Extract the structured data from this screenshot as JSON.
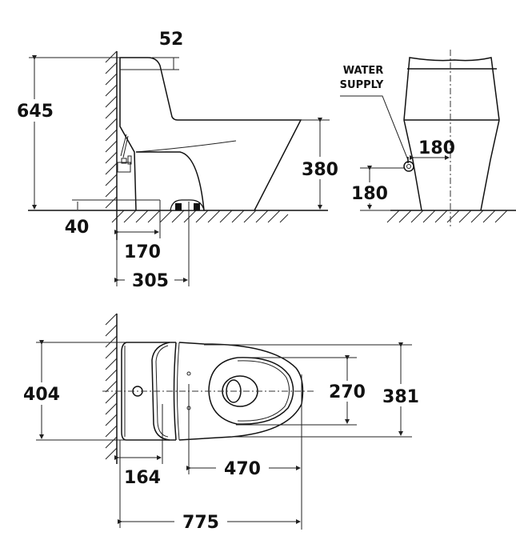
{
  "diagram": {
    "subject": "One-piece toilet dimensional drawing",
    "units": "mm",
    "colors": {
      "line": "#111111",
      "background": "#ffffff"
    }
  },
  "side_view": {
    "dimensions": {
      "tank_lid_thickness": "52",
      "total_height": "645",
      "seat_height": "380",
      "inlet_height": "40",
      "inlet_from_wall": "170",
      "outlet_from_wall": "305"
    }
  },
  "front_view": {
    "label_line1": "WATER",
    "label_line2": "SUPPLY",
    "dimensions": {
      "supply_offset_from_center": "180",
      "supply_height": "180"
    }
  },
  "top_view": {
    "dimensions": {
      "tank_width": "404",
      "seat_opening_width": "270",
      "bowl_width": "381",
      "tank_depth": "164",
      "bowl_length": "470",
      "total_length": "775"
    }
  }
}
